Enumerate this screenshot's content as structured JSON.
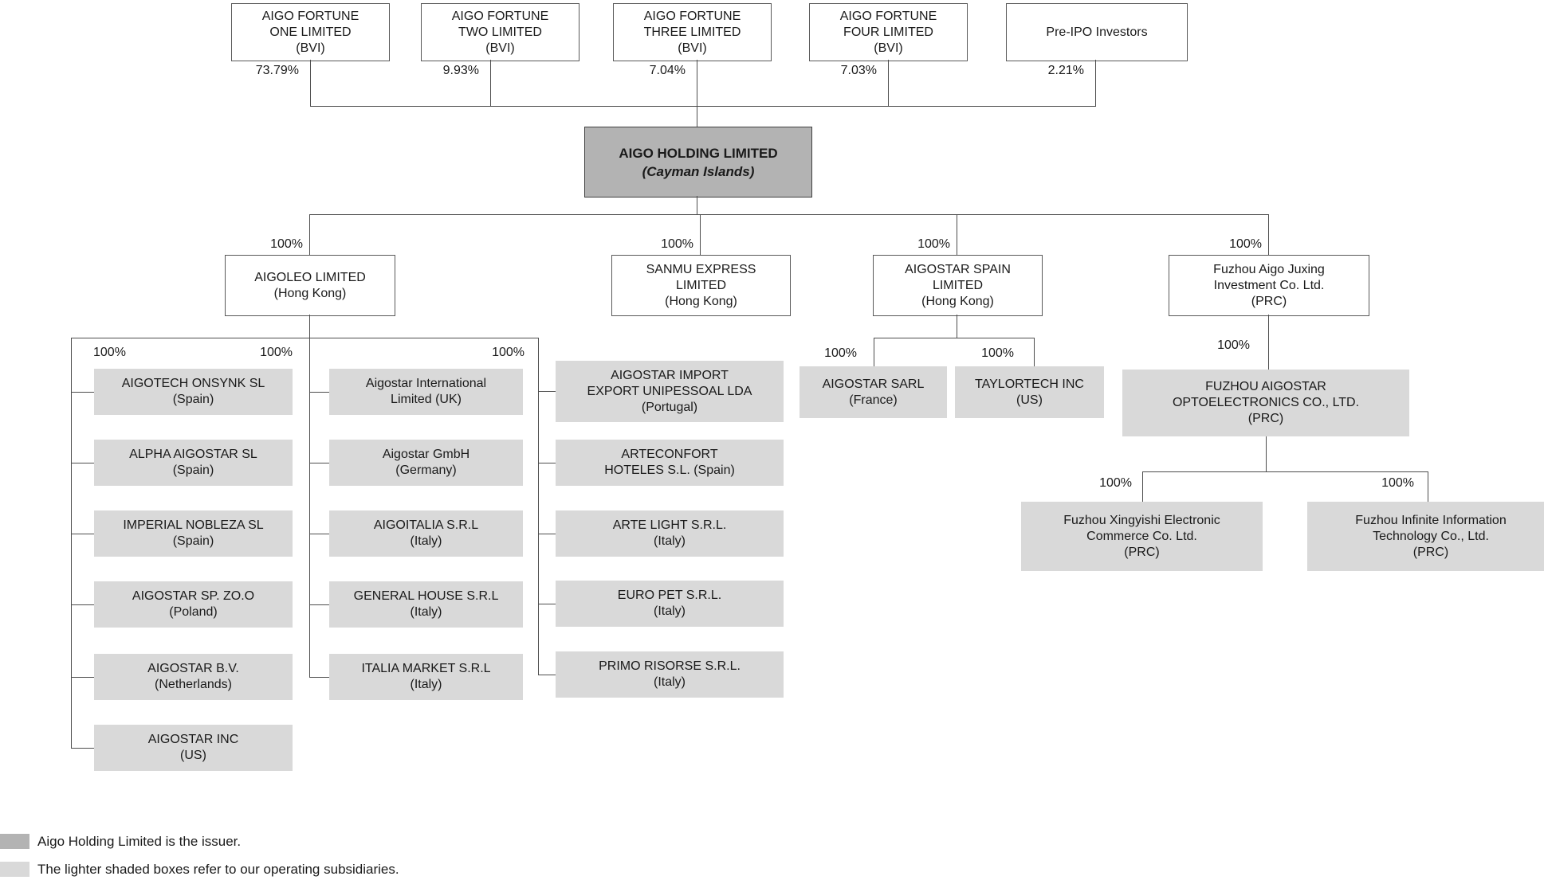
{
  "colors": {
    "issuer_box_fill": "#b3b3b3",
    "subsidiary_box_fill": "#d9d9d9",
    "plain_box_fill": "#ffffff",
    "connector_line": "#4d4d4d"
  },
  "shareholders": [
    {
      "lines": [
        "AIGO FORTUNE",
        "ONE LIMITED",
        "(BVI)"
      ],
      "ownership": "73.79%"
    },
    {
      "lines": [
        "AIGO FORTUNE",
        "TWO LIMITED",
        "(BVI)"
      ],
      "ownership": "9.93%"
    },
    {
      "lines": [
        "AIGO FORTUNE",
        "THREE LIMITED",
        "(BVI)"
      ],
      "ownership": "7.04%"
    },
    {
      "lines": [
        "AIGO FORTUNE",
        "FOUR LIMITED",
        "(BVI)"
      ],
      "ownership": "7.03%"
    },
    {
      "lines": [
        "Pre-IPO Investors"
      ],
      "ownership": "2.21%"
    }
  ],
  "issuer": {
    "lines": [
      "AIGO HOLDING LIMITED",
      "(Cayman Islands)"
    ]
  },
  "tier2": [
    {
      "lines": [
        "AIGOLEO LIMITED",
        "(Hong Kong)"
      ],
      "ownership": "100%"
    },
    {
      "lines": [
        "SANMU EXPRESS",
        "LIMITED",
        "(Hong Kong)"
      ],
      "ownership": "100%"
    },
    {
      "lines": [
        "AIGOSTAR SPAIN",
        "LIMITED",
        "(Hong Kong)"
      ],
      "ownership": "100%"
    },
    {
      "lines": [
        "Fuzhou Aigo Juxing",
        "Investment Co. Ltd.",
        "(PRC)"
      ],
      "ownership": "100%"
    }
  ],
  "aigoleo_columns": [
    {
      "ownership": "100%",
      "boxes": [
        {
          "lines": [
            "AIGOTECH ONSYNK SL",
            "(Spain)"
          ]
        },
        {
          "lines": [
            "ALPHA AIGOSTAR SL",
            "(Spain)"
          ]
        },
        {
          "lines": [
            "IMPERIAL NOBLEZA SL",
            "(Spain)"
          ]
        },
        {
          "lines": [
            "AIGOSTAR SP. ZO.O",
            "(Poland)"
          ]
        },
        {
          "lines": [
            "AIGOSTAR B.V.",
            "(Netherlands)"
          ]
        },
        {
          "lines": [
            "AIGOSTAR INC",
            "(US)"
          ]
        }
      ]
    },
    {
      "ownership": "100%",
      "boxes": [
        {
          "lines": [
            "Aigostar International",
            "Limited (UK)"
          ]
        },
        {
          "lines": [
            "Aigostar GmbH",
            "(Germany)"
          ]
        },
        {
          "lines": [
            "AIGOITALIA S.R.L",
            "(Italy)"
          ]
        },
        {
          "lines": [
            "GENERAL HOUSE S.R.L",
            "(Italy)"
          ]
        },
        {
          "lines": [
            "ITALIA MARKET S.R.L",
            "(Italy)"
          ]
        }
      ]
    },
    {
      "ownership": "100%",
      "boxes": [
        {
          "lines": [
            "AIGOSTAR IMPORT",
            "EXPORT UNIPESSOAL LDA",
            "(Portugal)"
          ]
        },
        {
          "lines": [
            "ARTECONFORT",
            "HOTELES S.L. (Spain)"
          ]
        },
        {
          "lines": [
            "ARTE LIGHT S.R.L.",
            "(Italy)"
          ]
        },
        {
          "lines": [
            "EURO PET S.R.L.",
            "(Italy)"
          ]
        },
        {
          "lines": [
            "PRIMO RISORSE S.R.L.",
            "(Italy)"
          ]
        }
      ]
    }
  ],
  "spain_children": [
    {
      "lines": [
        "AIGOSTAR SARL",
        "(France)"
      ],
      "ownership": "100%"
    },
    {
      "lines": [
        "TAYLORTECH INC",
        "(US)"
      ],
      "ownership": "100%"
    }
  ],
  "juxing_children": {
    "opto": {
      "lines": [
        "FUZHOU AIGOSTAR",
        "OPTOELECTRONICS CO., LTD.",
        "(PRC)"
      ],
      "ownership": "100%"
    },
    "opto_children": [
      {
        "lines": [
          "Fuzhou Xingyishi Electronic",
          "Commerce Co. Ltd.",
          "(PRC)"
        ],
        "ownership": "100%"
      },
      {
        "lines": [
          "Fuzhou Infinite Information",
          "Technology Co., Ltd.",
          "(PRC)"
        ],
        "ownership": "100%"
      }
    ]
  },
  "legend": [
    {
      "text": "Aigo Holding Limited is the issuer."
    },
    {
      "text": "The lighter shaded boxes refer to our operating subsidiaries."
    }
  ]
}
